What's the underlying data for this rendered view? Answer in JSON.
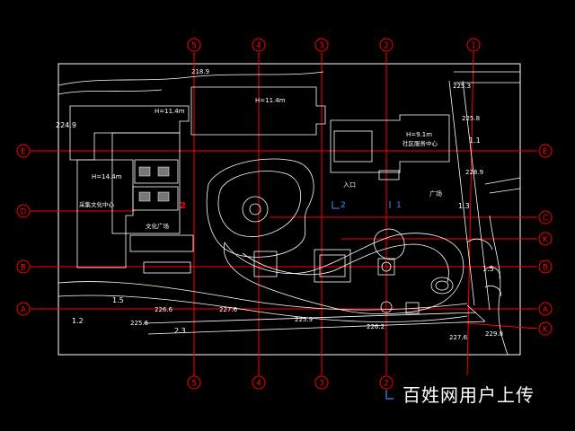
{
  "colors": {
    "background": "#000000",
    "linework": "#ffffff",
    "axis": "#ff0000",
    "accent": "#3a8dff"
  },
  "grid": {
    "vertical_labels": [
      "5",
      "4",
      "3",
      "2",
      "1"
    ],
    "horizontal_labels": [
      "E",
      "D",
      "C",
      "K",
      "B",
      "A",
      "K"
    ]
  },
  "elevations": [
    "218.9",
    "225.3",
    "225.8",
    "228.9",
    "224.9",
    "226.6",
    "227.6",
    "225.6",
    "225.9",
    "226.2",
    "227.6",
    "229.8"
  ],
  "dimensions": [
    "1.5",
    "1.2",
    "2.3",
    "1.1",
    "1.3",
    "1.5"
  ],
  "building_labels": {
    "h1": "H=11.4m",
    "h2": "H=11.4m",
    "h3": "H=14.4m",
    "h4": "H=9.1m",
    "entrance": "入口",
    "plaza": "广场",
    "community": "社区服务中心",
    "culture": "采集文化中心",
    "square": "文化广场"
  },
  "markers": {
    "red2": "2",
    "blue2": "2",
    "blue1": "1"
  },
  "watermark": "百姓网用户上传"
}
